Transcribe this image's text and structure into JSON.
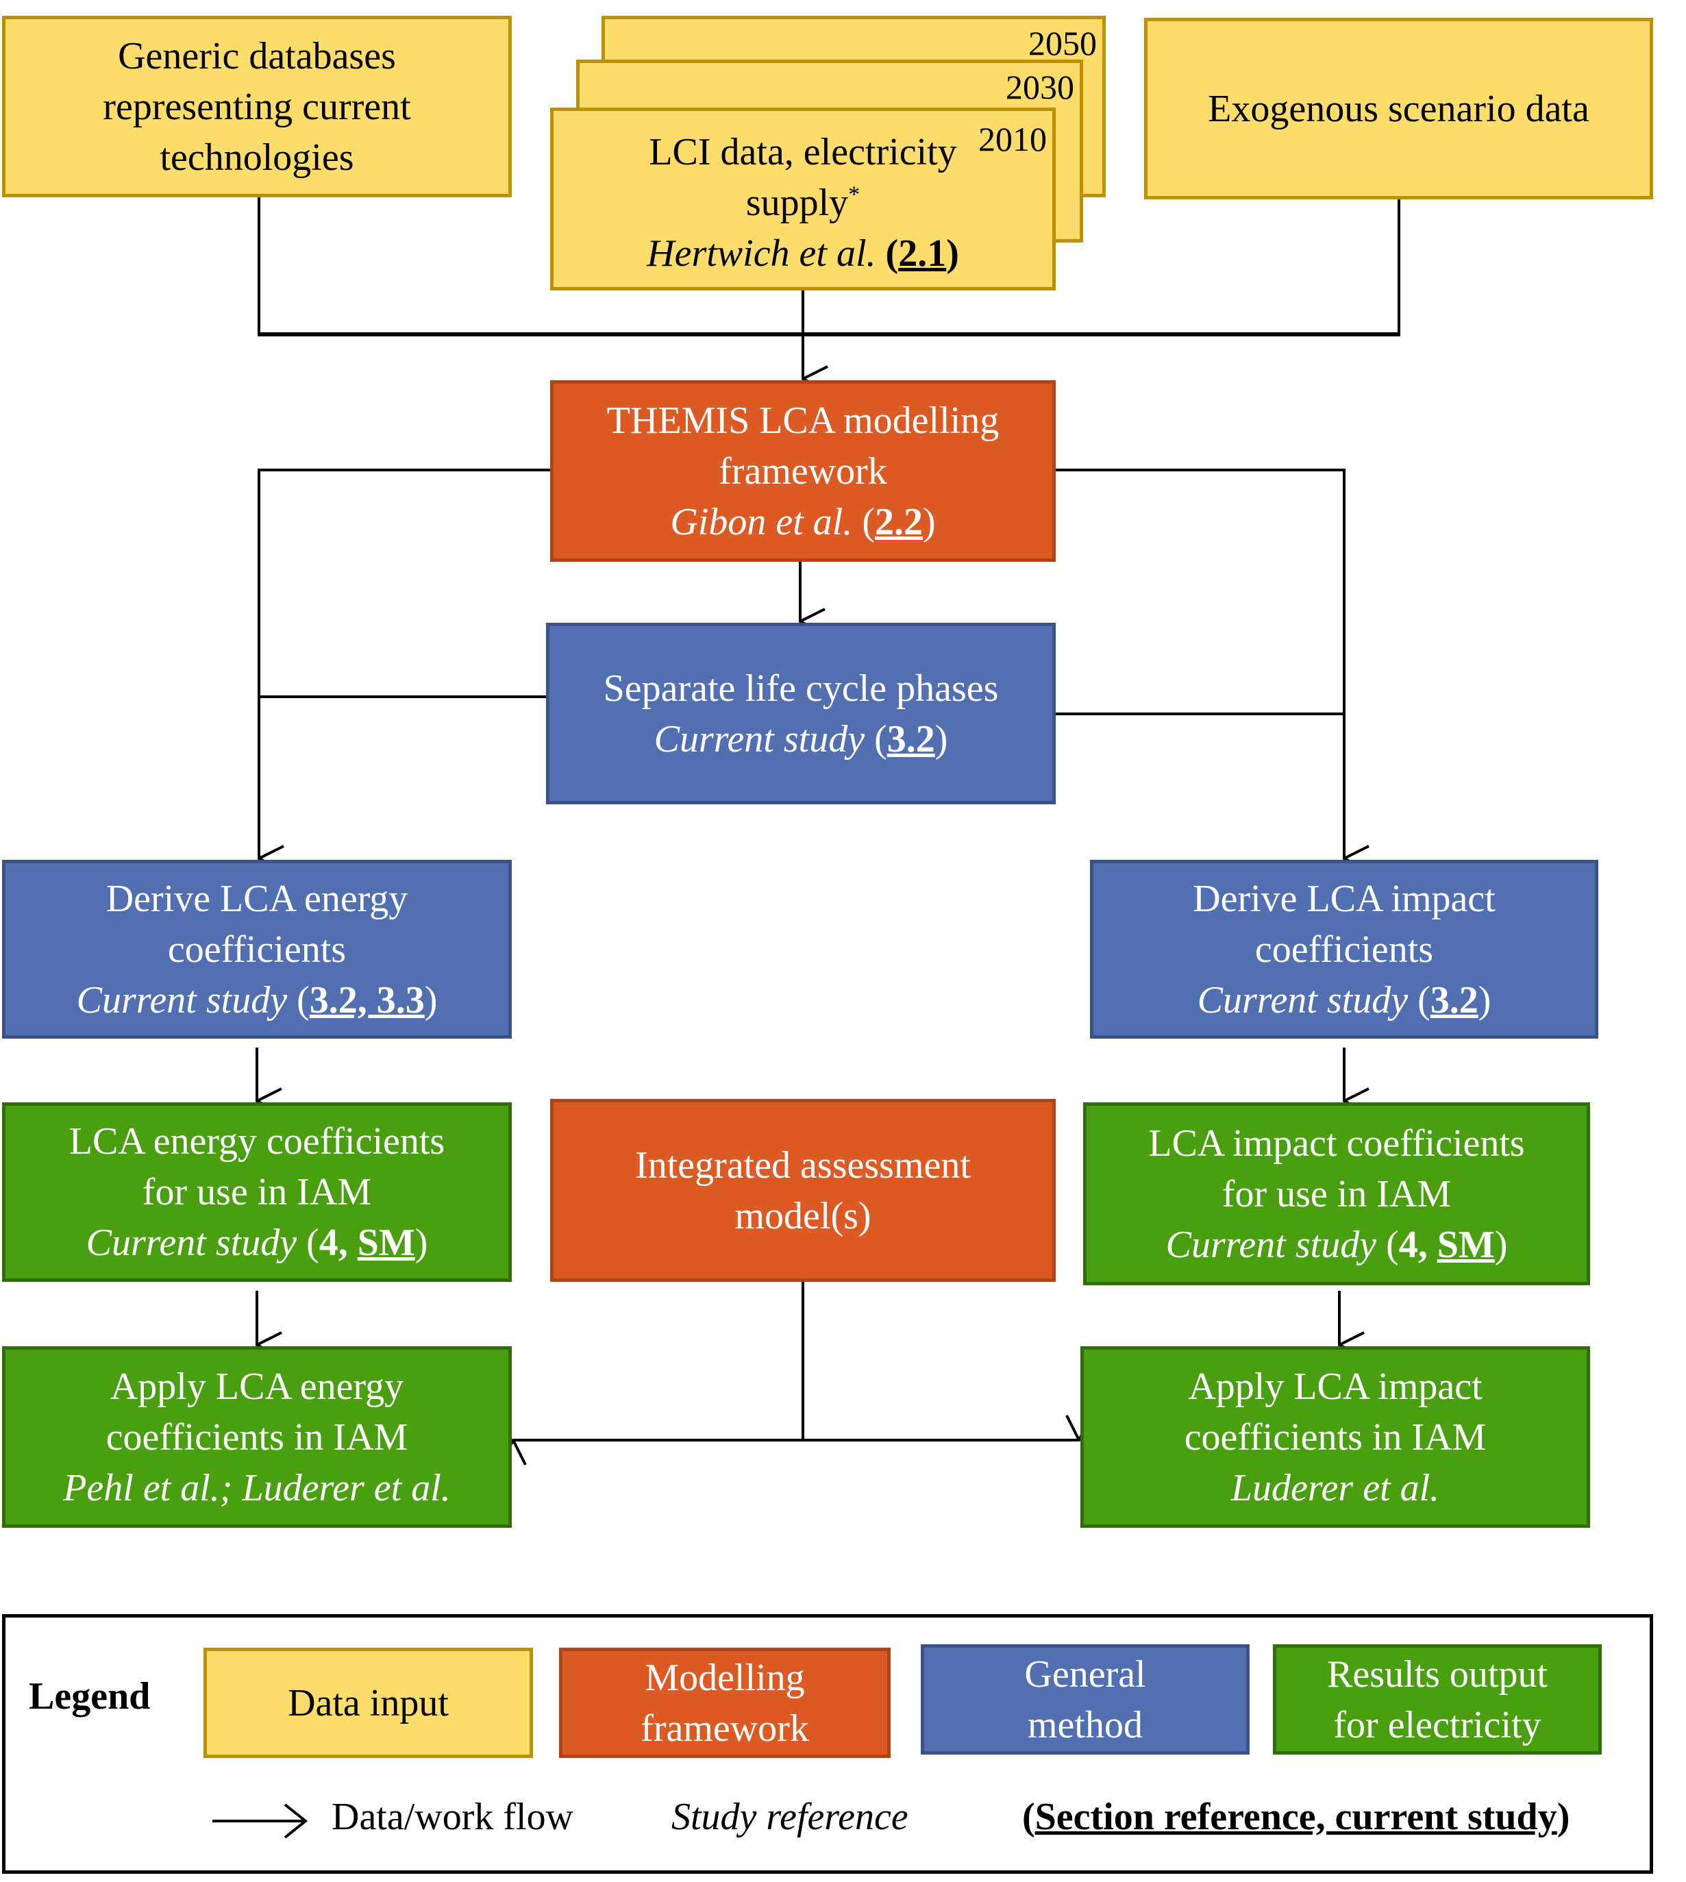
{
  "colors": {
    "data_input": "#fcdc6a",
    "modelling_framework": "#dc5a24",
    "general_method": "#526fb2",
    "results_output": "#4a9f10"
  },
  "nodes": {
    "generic_db": {
      "lines": [
        "Generic  databases",
        "representing current",
        "technologies"
      ]
    },
    "lci_stack": {
      "years": [
        "2050",
        "2030",
        "2010"
      ],
      "line1": "LCI  data, electricity",
      "line2": "supply",
      "footnote": "*",
      "ref": "Hertwich et al.",
      "section": "2.1"
    },
    "exogenous": {
      "lines": [
        "Exogenous  scenario data"
      ]
    },
    "themis": {
      "line1": "THEMIS  LCA  modelling",
      "line2": "framework",
      "ref": "Gibon et al.",
      "section": "2.2"
    },
    "separate": {
      "line1": "Separate life  cycle phases",
      "ref": "Current study",
      "section": "3.2"
    },
    "derive_energy": {
      "line1": "Derive  LCA  energy",
      "line2": "coefficients",
      "ref": "Current study",
      "section": "3.2, 3.3"
    },
    "derive_impact": {
      "line1": "Derive  LCA  impact",
      "line2": "coefficients",
      "ref": "Current study",
      "section": "3.2"
    },
    "energy_coeff": {
      "line1": "LCA  energy coefficients",
      "line2": "for use in IAM",
      "ref": "Current study",
      "section_plain": "4, ",
      "section": "SM"
    },
    "iam": {
      "line1": "Integrated assessment",
      "line2": "model(s)"
    },
    "impact_coeff": {
      "line1": "LCA  impact  coefficients",
      "line2": "for use in IAM",
      "ref": "Current study",
      "section_plain": "4, ",
      "section": "SM"
    },
    "apply_energy": {
      "line1": "Apply LCA  energy",
      "line2": "coefficients  in IAM",
      "ref": "Pehl et al.; Luderer et  al."
    },
    "apply_impact": {
      "line1": "Apply LCA  impact",
      "line2": "coefficients  in IAM",
      "ref": "Luderer et al."
    }
  },
  "legend": {
    "title": "Legend",
    "items": [
      {
        "lines": [
          "Data input"
        ]
      },
      {
        "lines": [
          "Modelling",
          "framework"
        ]
      },
      {
        "lines": [
          "General",
          "method"
        ]
      },
      {
        "lines": [
          "Results output",
          "for electricity"
        ]
      }
    ],
    "flow_label": "Data/work  flow",
    "study_ref_label": "Study reference",
    "section_ref_label": "Section reference,  current study"
  }
}
